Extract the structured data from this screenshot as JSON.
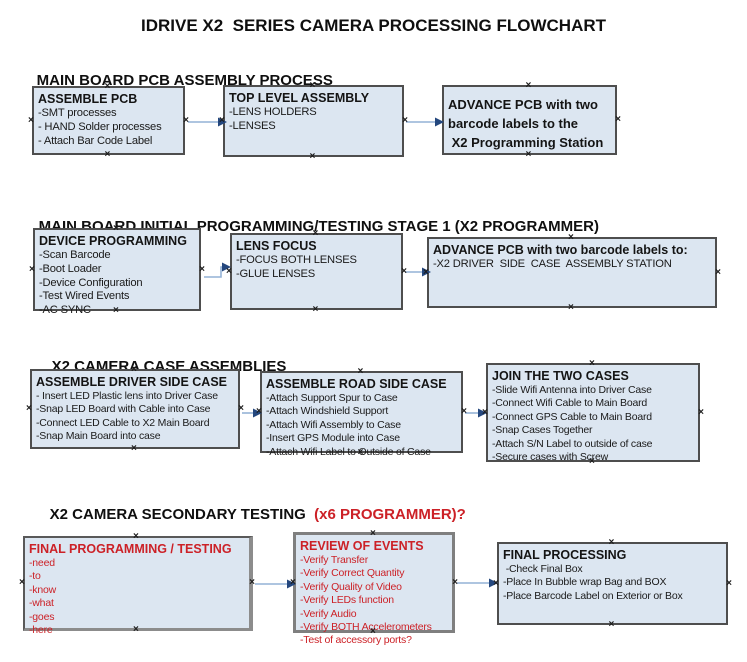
{
  "title": "IDRIVE X2  SERIES CAMERA PROCESSING FLOWCHART",
  "colors": {
    "box_fill": "#dce6f1",
    "box_border": "#4e4e4e",
    "red_text": "#cc2127",
    "arrow_line": "#94b2d6",
    "arrow_head": "#24477e"
  },
  "handle_glyph": "×",
  "sections": [
    {
      "heading": "MAIN BOARD PCB ASSEMBLY PROCESS",
      "boxes": [
        {
          "title": "ASSEMBLE PCB",
          "items": [
            "-SMT processes",
            "- HAND Solder processes",
            "- Attach Bar Code Label"
          ]
        },
        {
          "title": "TOP LEVEL ASSEMBLY",
          "items": [
            "-LENS HOLDERS",
            "-LENSES"
          ]
        },
        {
          "lines": [
            "ADVANCE PCB with two",
            "barcode labels to the",
            " X2 Programming Station"
          ]
        }
      ]
    },
    {
      "heading": "MAIN BOARD INITIAL PROGRAMMING/TESTING STAGE 1 (X2 PROGRAMMER)",
      "boxes": [
        {
          "title": "DEVICE PROGRAMMING",
          "items": [
            "-Scan Barcode",
            "-Boot Loader",
            "-Device Configuration",
            "-Test Wired Events",
            "-AC SYNC"
          ]
        },
        {
          "title": "LENS FOCUS",
          "items": [
            "-FOCUS BOTH LENSES",
            "-GLUE LENSES"
          ]
        },
        {
          "title": "ADVANCE PCB with two barcode labels to:",
          "items": [
            "-X2 DRIVER  SIDE  CASE  ASSEMBLY STATION"
          ]
        }
      ]
    },
    {
      "heading": "X2 CAMERA CASE ASSEMBLIES",
      "boxes": [
        {
          "title": "ASSEMBLE DRIVER SIDE CASE",
          "items": [
            "- Insert LED Plastic lens into Driver Case",
            "-Snap LED Board with Cable into Case",
            "-Connect LED Cable to X2 Main Board",
            "-Snap Main Board into case"
          ]
        },
        {
          "title": "ASSEMBLE ROAD SIDE CASE",
          "items": [
            "-Attach Support Spur to Case",
            "-Attach Windshield Support",
            "-Attach Wifi Assembly to Case",
            "-Insert GPS Module into Case",
            "-Attach Wifi Label to Outside of Case"
          ]
        },
        {
          "title": "JOIN THE TWO CASES",
          "items": [
            "-Slide Wifi Antenna into Driver Case",
            "-Connect Wifi Cable to Main Board",
            "-Connect GPS Cable to Main Board",
            "-Snap Cases Together",
            "-Attach S/N Label to outside of case",
            "-Secure cases with Screw"
          ]
        }
      ]
    },
    {
      "heading": "X2 CAMERA SECONDARY TESTING ",
      "heading_red": " (x6 PROGRAMMER)?",
      "boxes": [
        {
          "title": "FINAL PROGRAMMING / TESTING",
          "items": [
            "-need",
            "-to",
            "-know",
            "-what",
            "-goes",
            "-here"
          ]
        },
        {
          "title": "REVIEW OF EVENTS",
          "items": [
            "-Verify Transfer",
            "-Verify Correct Quantity",
            "-Verify Quality of Video",
            "-Verify LEDs function",
            "-Verify Audio",
            "-Verify BOTH Accelerometers",
            "-Test of accessory ports?"
          ]
        },
        {
          "title": "FINAL PROCESSING",
          "items": [
            " -Check Final Box",
            "-Place In Bubble wrap Bag and BOX",
            "-Place Barcode Label on Exterior or Box"
          ]
        }
      ]
    }
  ]
}
